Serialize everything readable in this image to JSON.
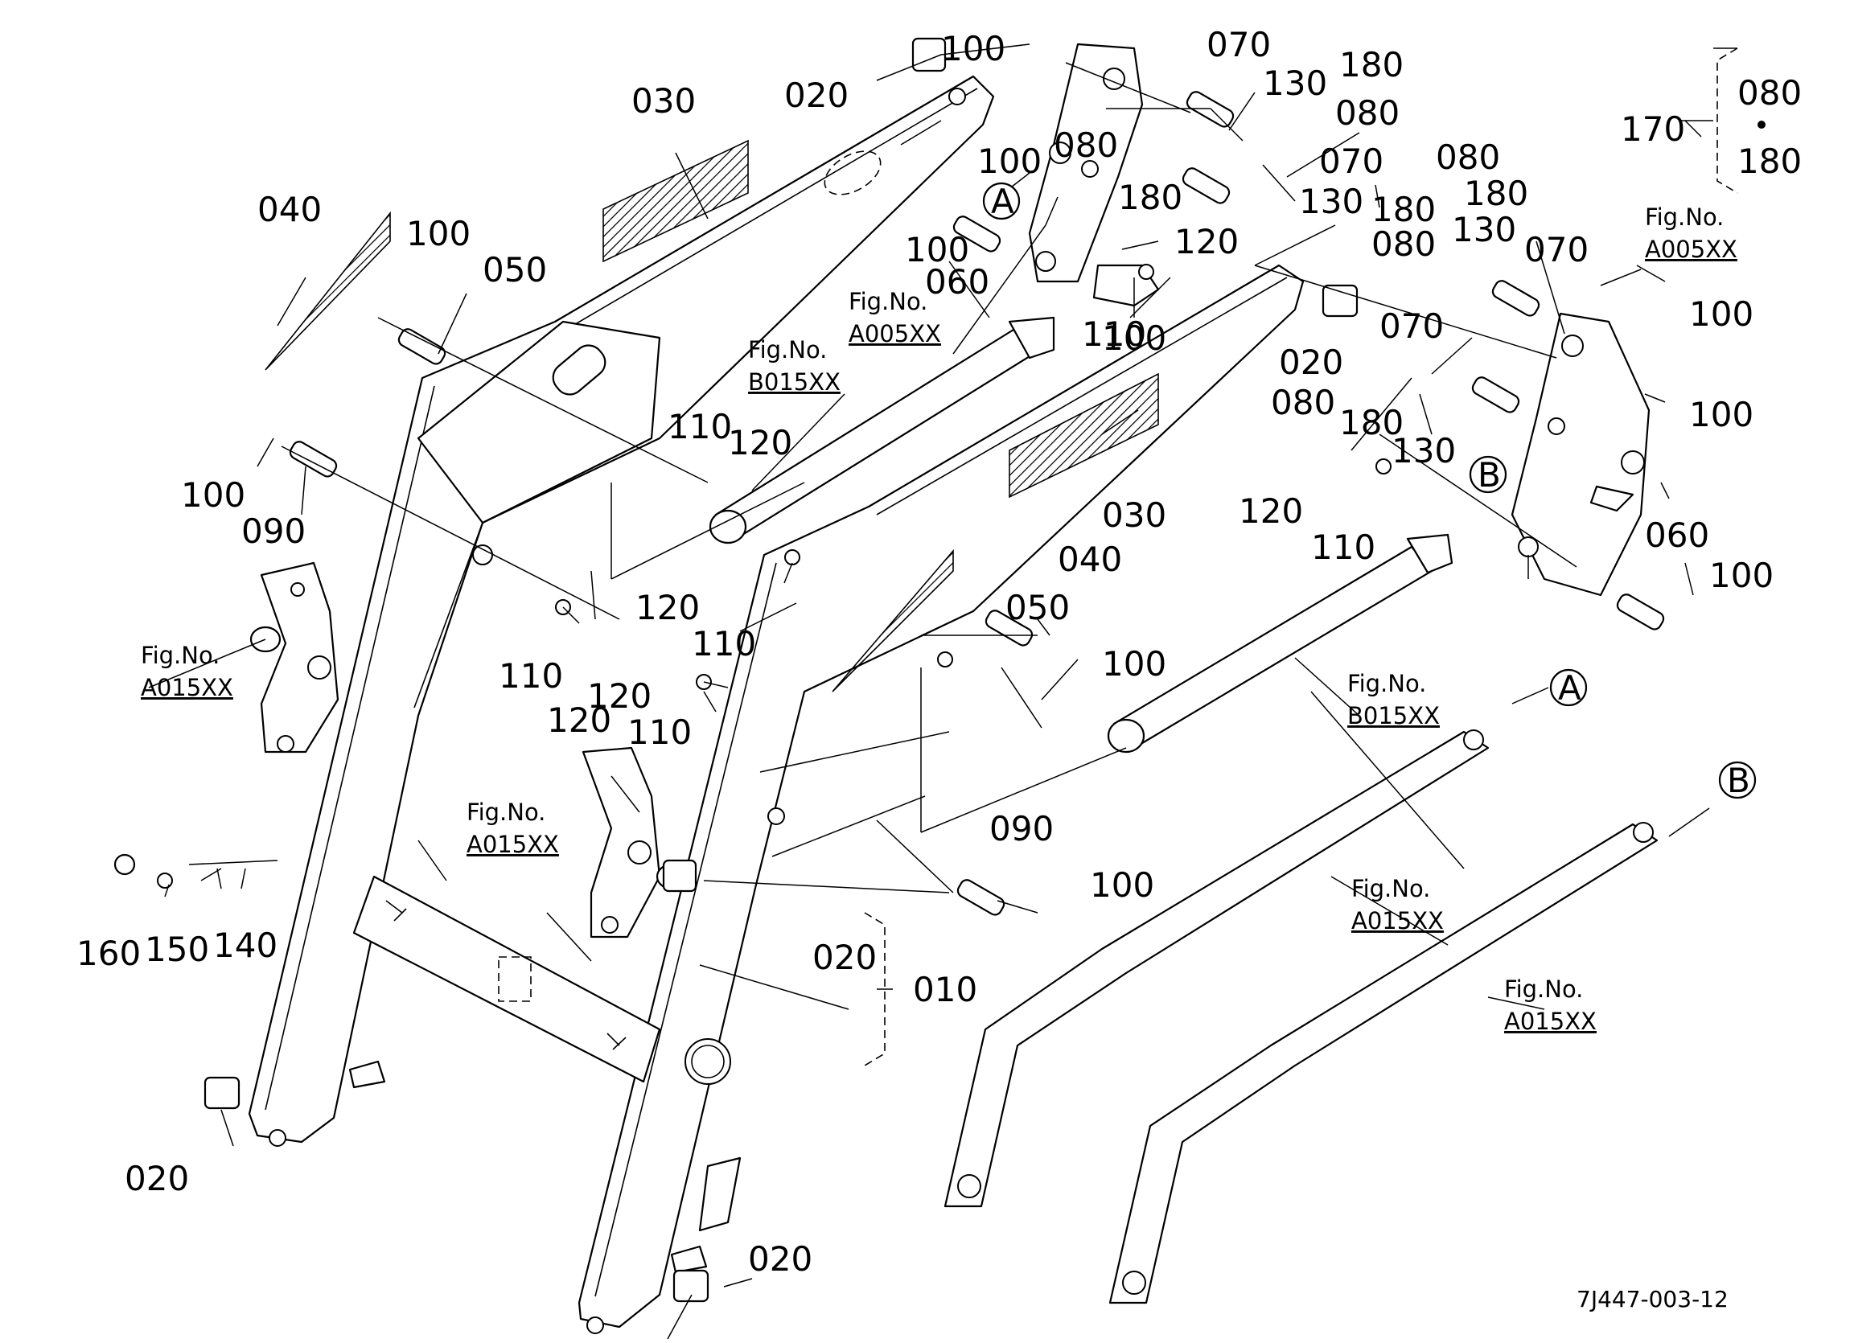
{
  "drawing_number": "7J447-003-12",
  "fig_ref_label": "Fig.No.",
  "callouts": {
    "c010": "010",
    "c020a": "020",
    "c020b": "020",
    "c020c": "020",
    "c020d": "020",
    "c020e": "020",
    "c030a": "030",
    "c030b": "030",
    "c040a": "040",
    "c040b": "040",
    "c050a": "050",
    "c050b": "050",
    "c060a": "060",
    "c060b": "060",
    "c070a": "070",
    "c070b": "070",
    "c070c": "070",
    "c070d": "070",
    "c080a": "080",
    "c080b": "080",
    "c080c": "080",
    "c080d": "080",
    "c080e": "080",
    "c090a": "090",
    "c090b": "090",
    "c100a": "100",
    "c100b": "100",
    "c100c": "100",
    "c100d": "100",
    "c100e": "100",
    "c100f": "100",
    "c100g": "100",
    "c100h": "100",
    "c100i": "100",
    "c100j": "100",
    "c100k": "100",
    "c110a": "110",
    "c110b": "110",
    "c110c": "110",
    "c110d": "110",
    "c110e": "110",
    "c110f": "110",
    "c120a": "120",
    "c120b": "120",
    "c120c": "120",
    "c120d": "120",
    "c120e": "120",
    "c120f": "120",
    "c130a": "130",
    "c130b": "130",
    "c130c": "130",
    "c130d": "130",
    "c140": "140",
    "c150": "150",
    "c160": "160",
    "c170": "170",
    "c180a": "180",
    "c180b": "180",
    "c180c": "180",
    "c180d": "180",
    "c180e": "180"
  },
  "set_170_members": {
    "top": "080",
    "bottom": "180"
  },
  "fig_refs": {
    "r1": "A005XX",
    "r2": "B015XX",
    "r3": "A005XX",
    "r4": "A015XX",
    "r5": "A015XX",
    "r6": "B015XX",
    "r7": "A015XX",
    "r8": "A015XX"
  },
  "markers": {
    "a1": "A",
    "a2": "A",
    "b1": "B",
    "b2": "B"
  }
}
